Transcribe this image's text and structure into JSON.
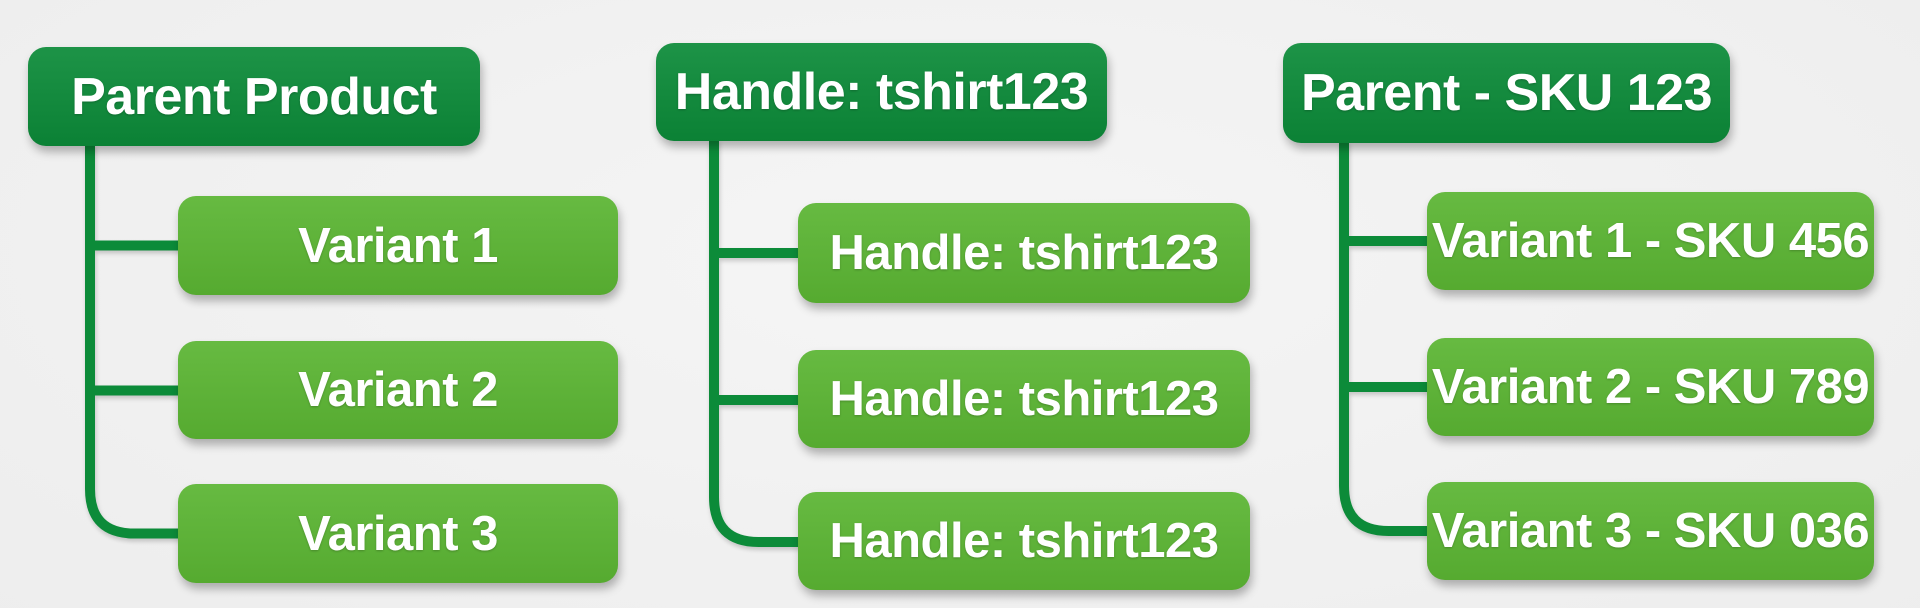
{
  "title": "Product variant hierarchy diagram",
  "colors": {
    "parent_box": "#0c8b39",
    "child_box": "#5bb533",
    "connector": "#0c8b39",
    "label_text": "#ffffff",
    "background_center": "#f5f5f5",
    "background_edge": "#e2e2e2"
  },
  "trees": [
    {
      "parent": "Parent Product",
      "children": [
        "Variant 1",
        "Variant 2",
        "Variant 3"
      ]
    },
    {
      "parent": "Handle: tshirt123",
      "children": [
        "Handle: tshirt123",
        "Handle: tshirt123",
        "Handle: tshirt123"
      ]
    },
    {
      "parent": "Parent - SKU 123",
      "children": [
        "Variant 1 - SKU 456",
        "Variant 2 - SKU 789",
        "Variant 3 - SKU 036"
      ]
    }
  ]
}
